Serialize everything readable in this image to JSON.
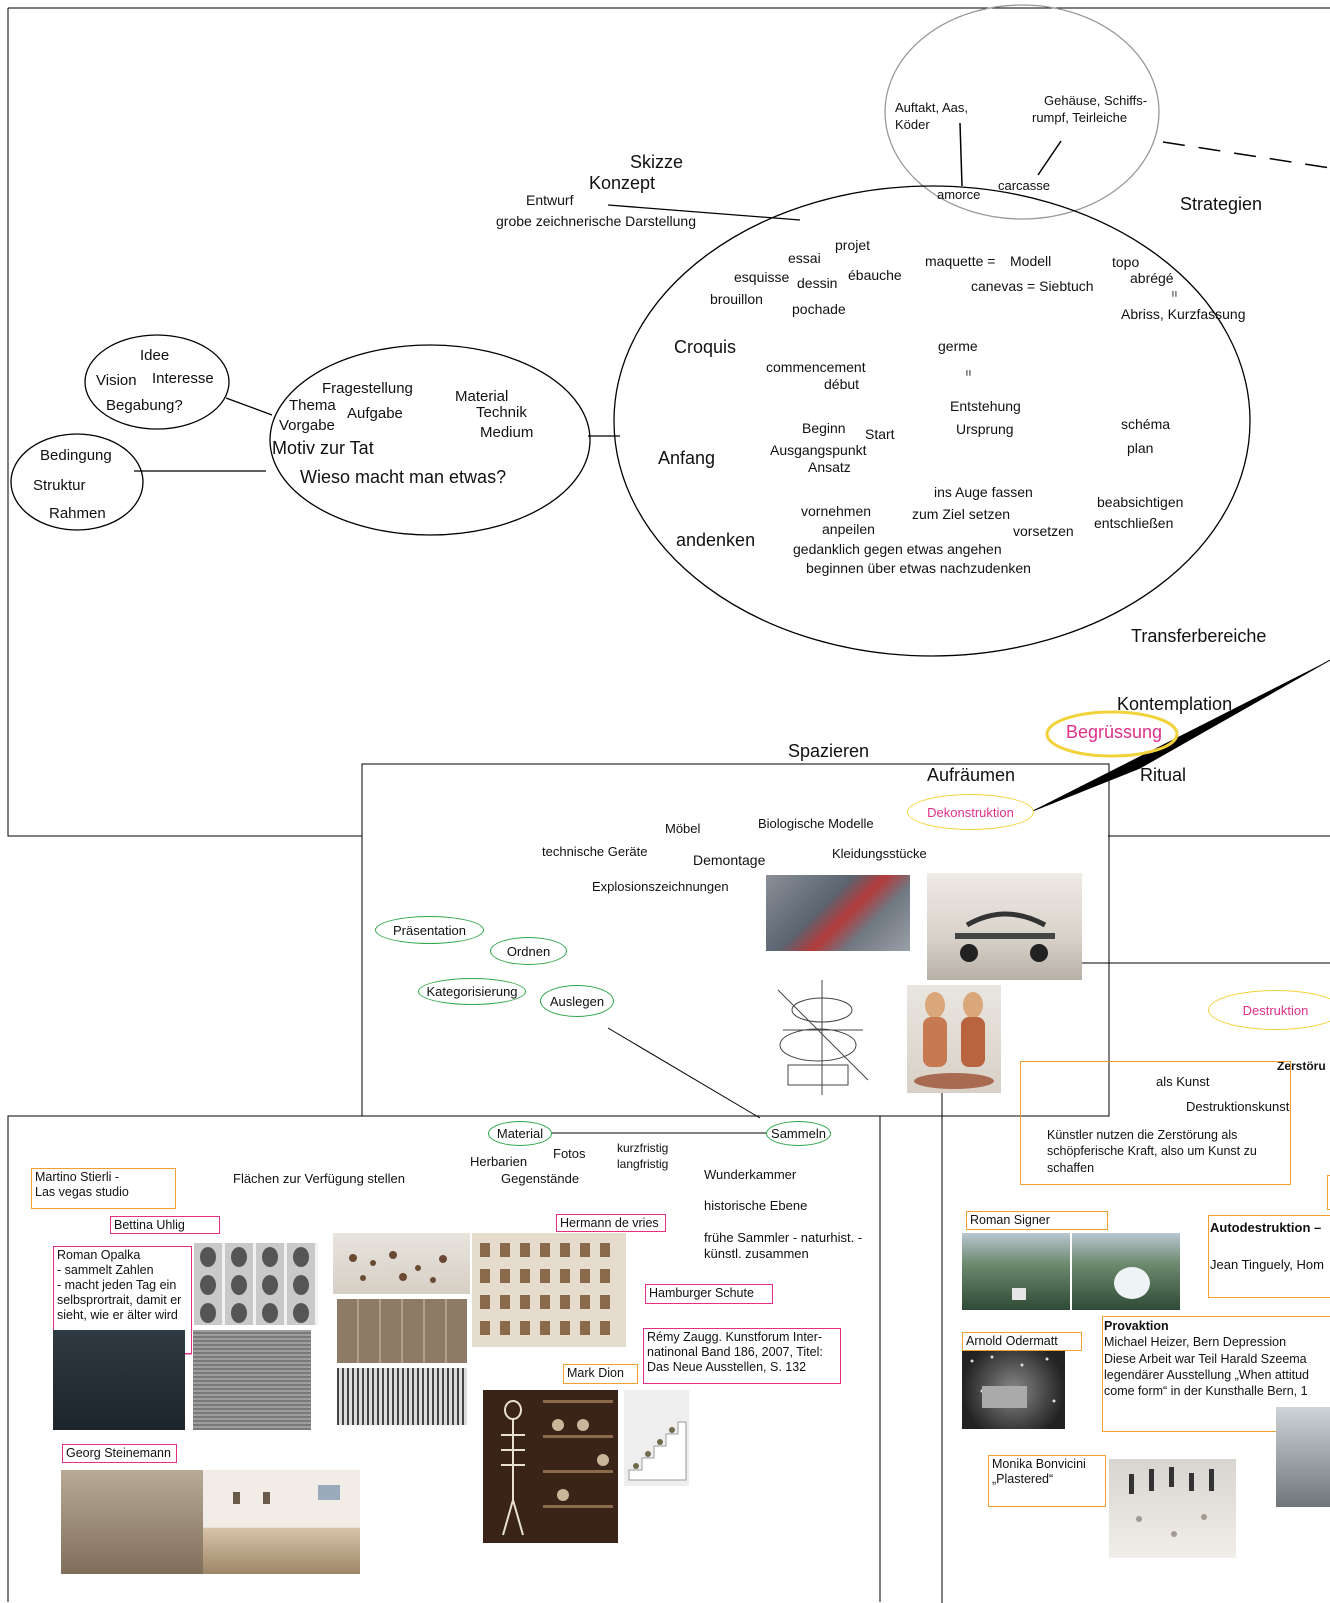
{
  "bubbles": {
    "left_top": [
      "Idee",
      "Vision",
      "Interesse",
      "Begabung?"
    ],
    "left_bottom": [
      "Bedingung",
      "Struktur",
      "Rahmen"
    ],
    "motiv": [
      "Fragestellung",
      "Thema",
      "Aufgabe",
      "Vorgabe",
      "Motiv zur Tat",
      "Wieso macht man etwas?",
      "Material",
      "Technik",
      "Medium"
    ],
    "top_small": [
      "Auftakt, Aas,",
      "Köder",
      "Gehäuse, Schiffs-",
      "rumpf, Teirleiche",
      "amorce",
      "carcasse"
    ]
  },
  "headings": {
    "skizze": "Skizze",
    "konzept": "Konzept",
    "entwurf": "Entwurf",
    "grobe": "grobe zeichnerische Darstellung",
    "strategien": "Strategien",
    "transfer": "Transferbereiche",
    "kontemplation": "Kontemplation",
    "begruessung": "Begrüssung",
    "spazieren": "Spazieren",
    "aufraeumen": "Aufräumen",
    "ritual": "Ritual",
    "dekonstruktion": "Dekonstruktion",
    "destruktion": "Destruktion"
  },
  "big_ellipse": {
    "w1": "projet",
    "w2": "essai",
    "w3": "esquisse",
    "w4": "dessin",
    "w5": "ébauche",
    "w6": "brouillon",
    "w7": "pochade",
    "w8": "maquette =",
    "w9": "Modell",
    "w10": "canevas = Siebtuch",
    "w11": "topo",
    "w12": "abrégé",
    "w13": "=",
    "w14": "Abriss, Kurzfassung",
    "w15": "Croquis",
    "w16": "germe",
    "w17": "=",
    "w18": "commencement",
    "w19": "début",
    "w20": "Entstehung",
    "w21": "Ursprung",
    "w22": "Beginn",
    "w23": "Start",
    "w24": "Ausgangspunkt",
    "w25": "Ansatz",
    "w26": "schéma",
    "w27": "plan",
    "w28": "Anfang",
    "w29": "ins Auge fassen",
    "w30": "zum Ziel setzen",
    "w31": "vorsetzen",
    "w32": "vornehmen",
    "w33": "anpeilen",
    "w34": "beabsichtigen",
    "w35": "entschließen",
    "w36": "andenken",
    "w37": "gedanklich gegen etwas angehen",
    "w38": "beginnen über etwas nachzudenken"
  },
  "middle_box": {
    "moebel": "Möbel",
    "bio": "Biologische Modelle",
    "tech": "technische Geräte",
    "demontage": "Demontage",
    "kleidung": "Kleidungsstücke",
    "explosion": "Explosionszeichnungen",
    "praesentation": "Präsentation",
    "ordnen": "Ordnen",
    "kategorisierung": "Kategorisierung",
    "auslegen": "Auslegen"
  },
  "lower_left": {
    "material": "Material",
    "sammeln": "Sammeln",
    "fotos": "Fotos",
    "herbarien": "Herbarien",
    "gegenstaende": "Gegenstände",
    "kurzfristig": "kurzfristig",
    "langfristig": "langfristig",
    "wunderkammer": "Wunderkammer",
    "historisch": "historische Ebene",
    "fruehe1": "frühe Sammler - naturhist. -",
    "fruehe2": "künstl. zusammen",
    "flaechen": "Flächen zur Verfügung stellen",
    "stierli1": "Martino Stierli -",
    "stierli2": "Las vegas studio",
    "uhlig": "Bettina Uhlig",
    "opalka1": "Roman Opalka",
    "opalka2": "- sammelt Zahlen",
    "opalka3": "- macht jeden Tag ein",
    "opalka4": "selbsprortrait, damit er",
    "opalka5": "sieht, wie er älter wird",
    "devries": "Hermann de vries",
    "schute": "Hamburger Schute",
    "zaugg1": "Rémy Zaugg. Kunstforum Inter-",
    "zaugg2": "natinonal Band 186, 2007, Titel:",
    "zaugg3": "Das Neue Ausstellen, S. 132",
    "dion": "Mark Dion",
    "steinemann": "Georg Steinemann"
  },
  "lower_right": {
    "zerstoer": "Zerstöru",
    "alskunst": "als Kunst",
    "destruktionskunst": "Destruktionskunst",
    "kuenstler1": "Künstler nutzen die Zerstörung als",
    "kuenstler2": "schöpferische Kraft, also um Kunst zu",
    "kuenstler3": "schaffen",
    "signer": "Roman Signer",
    "autodestruktion": "Autodestruktion –",
    "tinguely": "Jean Tinguely, Hom",
    "odermatt": "Arnold Odermatt",
    "provaktion": "Provaktion",
    "heizer1": "Michael Heizer,  Bern Depression",
    "heizer2": "Diese Arbeit war Teil Harald Szeema",
    "heizer3": "legendärer Ausstellung „When attitud",
    "heizer4": "come form“ in der Kunsthalle Bern, 1",
    "bonvicini1": "Monika Bonvicini",
    "bonvicini2": "„Plastered“"
  },
  "colors": {
    "green": "#2ea84a",
    "yellow": "#f2d23a",
    "magenta": "#e0308a",
    "orange": "#f0a030"
  }
}
